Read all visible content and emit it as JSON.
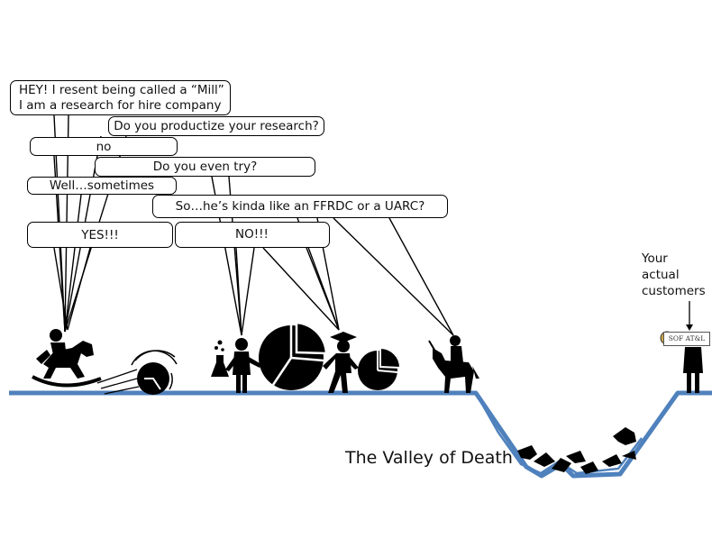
{
  "speech": {
    "hey": [
      "HEY! I resent being called a “Mill”",
      "I am a research for hire company"
    ],
    "productize": "Do you productize your research?",
    "no": "no",
    "try": "Do you even try?",
    "sometimes": "Well…sometimes",
    "ffrdc": "So…he’s kinda like an FFRDC or a UARC?",
    "yes": "YES!!!",
    "nono": "NO!!!"
  },
  "labels": {
    "valley": "The Valley of Death",
    "customers": "Your\nactual\ncustomers",
    "seal": "SOF AT&L"
  },
  "colors": {
    "ground": "#4f81bd",
    "figure": "#000000"
  },
  "icons": [
    "rocking-horse-icon",
    "bowling-ball-icon",
    "scientist-icon",
    "pie-chart-icon",
    "graduate-icon",
    "unicorn-rider-icon",
    "soldier-icon",
    "fallen-unicorn-icon",
    "seal-icon"
  ]
}
